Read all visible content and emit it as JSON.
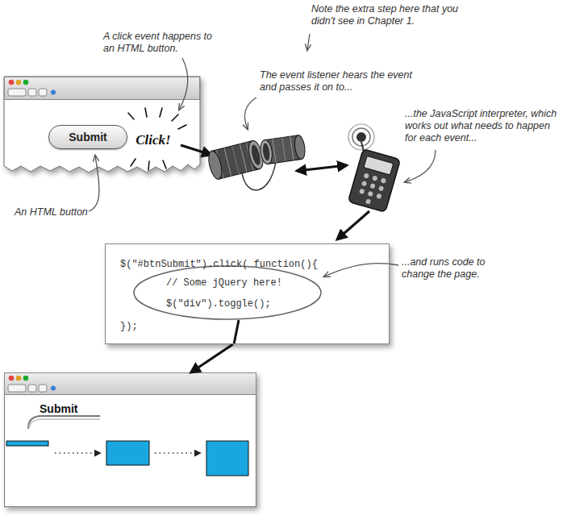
{
  "diagram": {
    "nodes": [
      {
        "text": [
          "Submit"
        ]
      },
      {
        "text": [
          "Click!"
        ]
      },
      {
        "text": [
          "$(\"#btnSubmit\").click( function(){",
          "// Some jQuery here!",
          "$(\"div\").toggle();",
          "});"
        ]
      },
      {
        "text": [
          "Submit"
        ]
      }
    ],
    "edges": [
      {
        "from": 2,
        "to": 3,
        "arrow": "to"
      }
    ],
    "labels": [
      "Note the extra step here that you didn't see in Chapter 1.",
      "A click event happens to an HTML button.",
      "The event listener hears the event and passes it on to...",
      "...the JavaScript interpreter, which works out what needs to happen for each event...",
      "An HTML button",
      "...and runs code to change the page."
    ]
  }
}
